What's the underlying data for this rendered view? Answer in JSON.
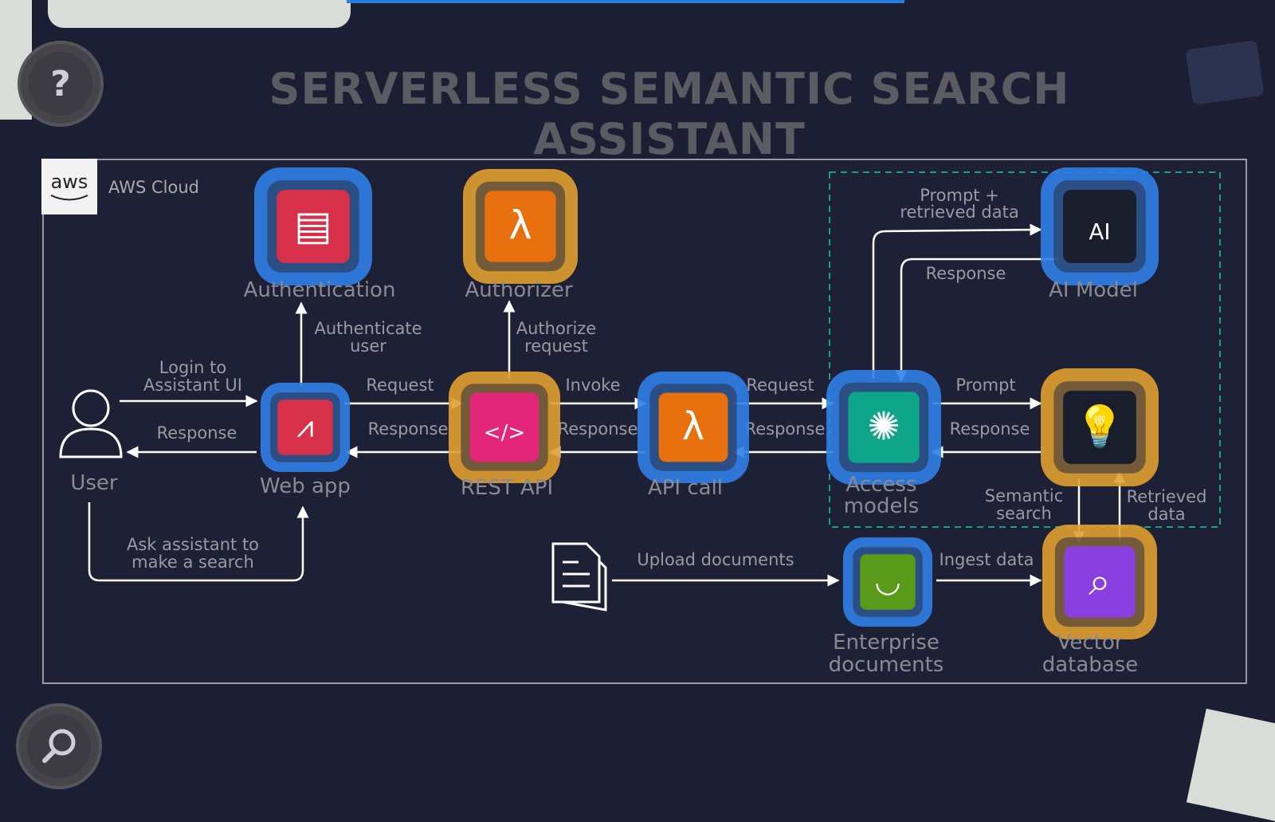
{
  "title": "Serverless Semantic Search Assistant",
  "help_button": "?",
  "cloud": {
    "logo": "aws",
    "label": "AWS Cloud"
  },
  "nodes": {
    "user": "User",
    "authentication": "Authentication",
    "authorizer": "Authorizer",
    "web_app": "Web app",
    "rest_api": "REST API",
    "api_call": "API call",
    "access_models": [
      "Access",
      "models"
    ],
    "ai_model": "AI Model",
    "enterprise_documents": [
      "Enterprise",
      "documents"
    ],
    "vector_database": [
      "Vector",
      "database"
    ]
  },
  "edges": {
    "login": [
      "Login to",
      "Assistant UI"
    ],
    "user_response": "Response",
    "authenticate": [
      "Authenticate",
      "user"
    ],
    "request1": "Request",
    "response1": "Response",
    "authorize": [
      "Authorize",
      "request"
    ],
    "invoke": "Invoke",
    "response2": "Response",
    "request2": "Request",
    "response3": "Response",
    "prompt": "Prompt",
    "response4": "Response",
    "prompt_retrieved": [
      "Prompt +",
      "retrieved data"
    ],
    "ai_response": "Response",
    "semantic_search": [
      "Semantic",
      "search"
    ],
    "retrieved_data": [
      "Retrieved",
      "data"
    ],
    "upload": "Upload documents",
    "ingest": "Ingest data",
    "ask": [
      "Ask assistant to",
      "make a search"
    ]
  },
  "colors": {
    "blue_ring": "#2f7fe8",
    "gold_ring": "#e0a030",
    "red": "#d6304a",
    "orange": "#e8700e",
    "pink": "#e4267a",
    "teal": "#0ea58a",
    "green": "#5a9a1a",
    "purple": "#8a3fe0",
    "dark": "#1a1d2c"
  }
}
